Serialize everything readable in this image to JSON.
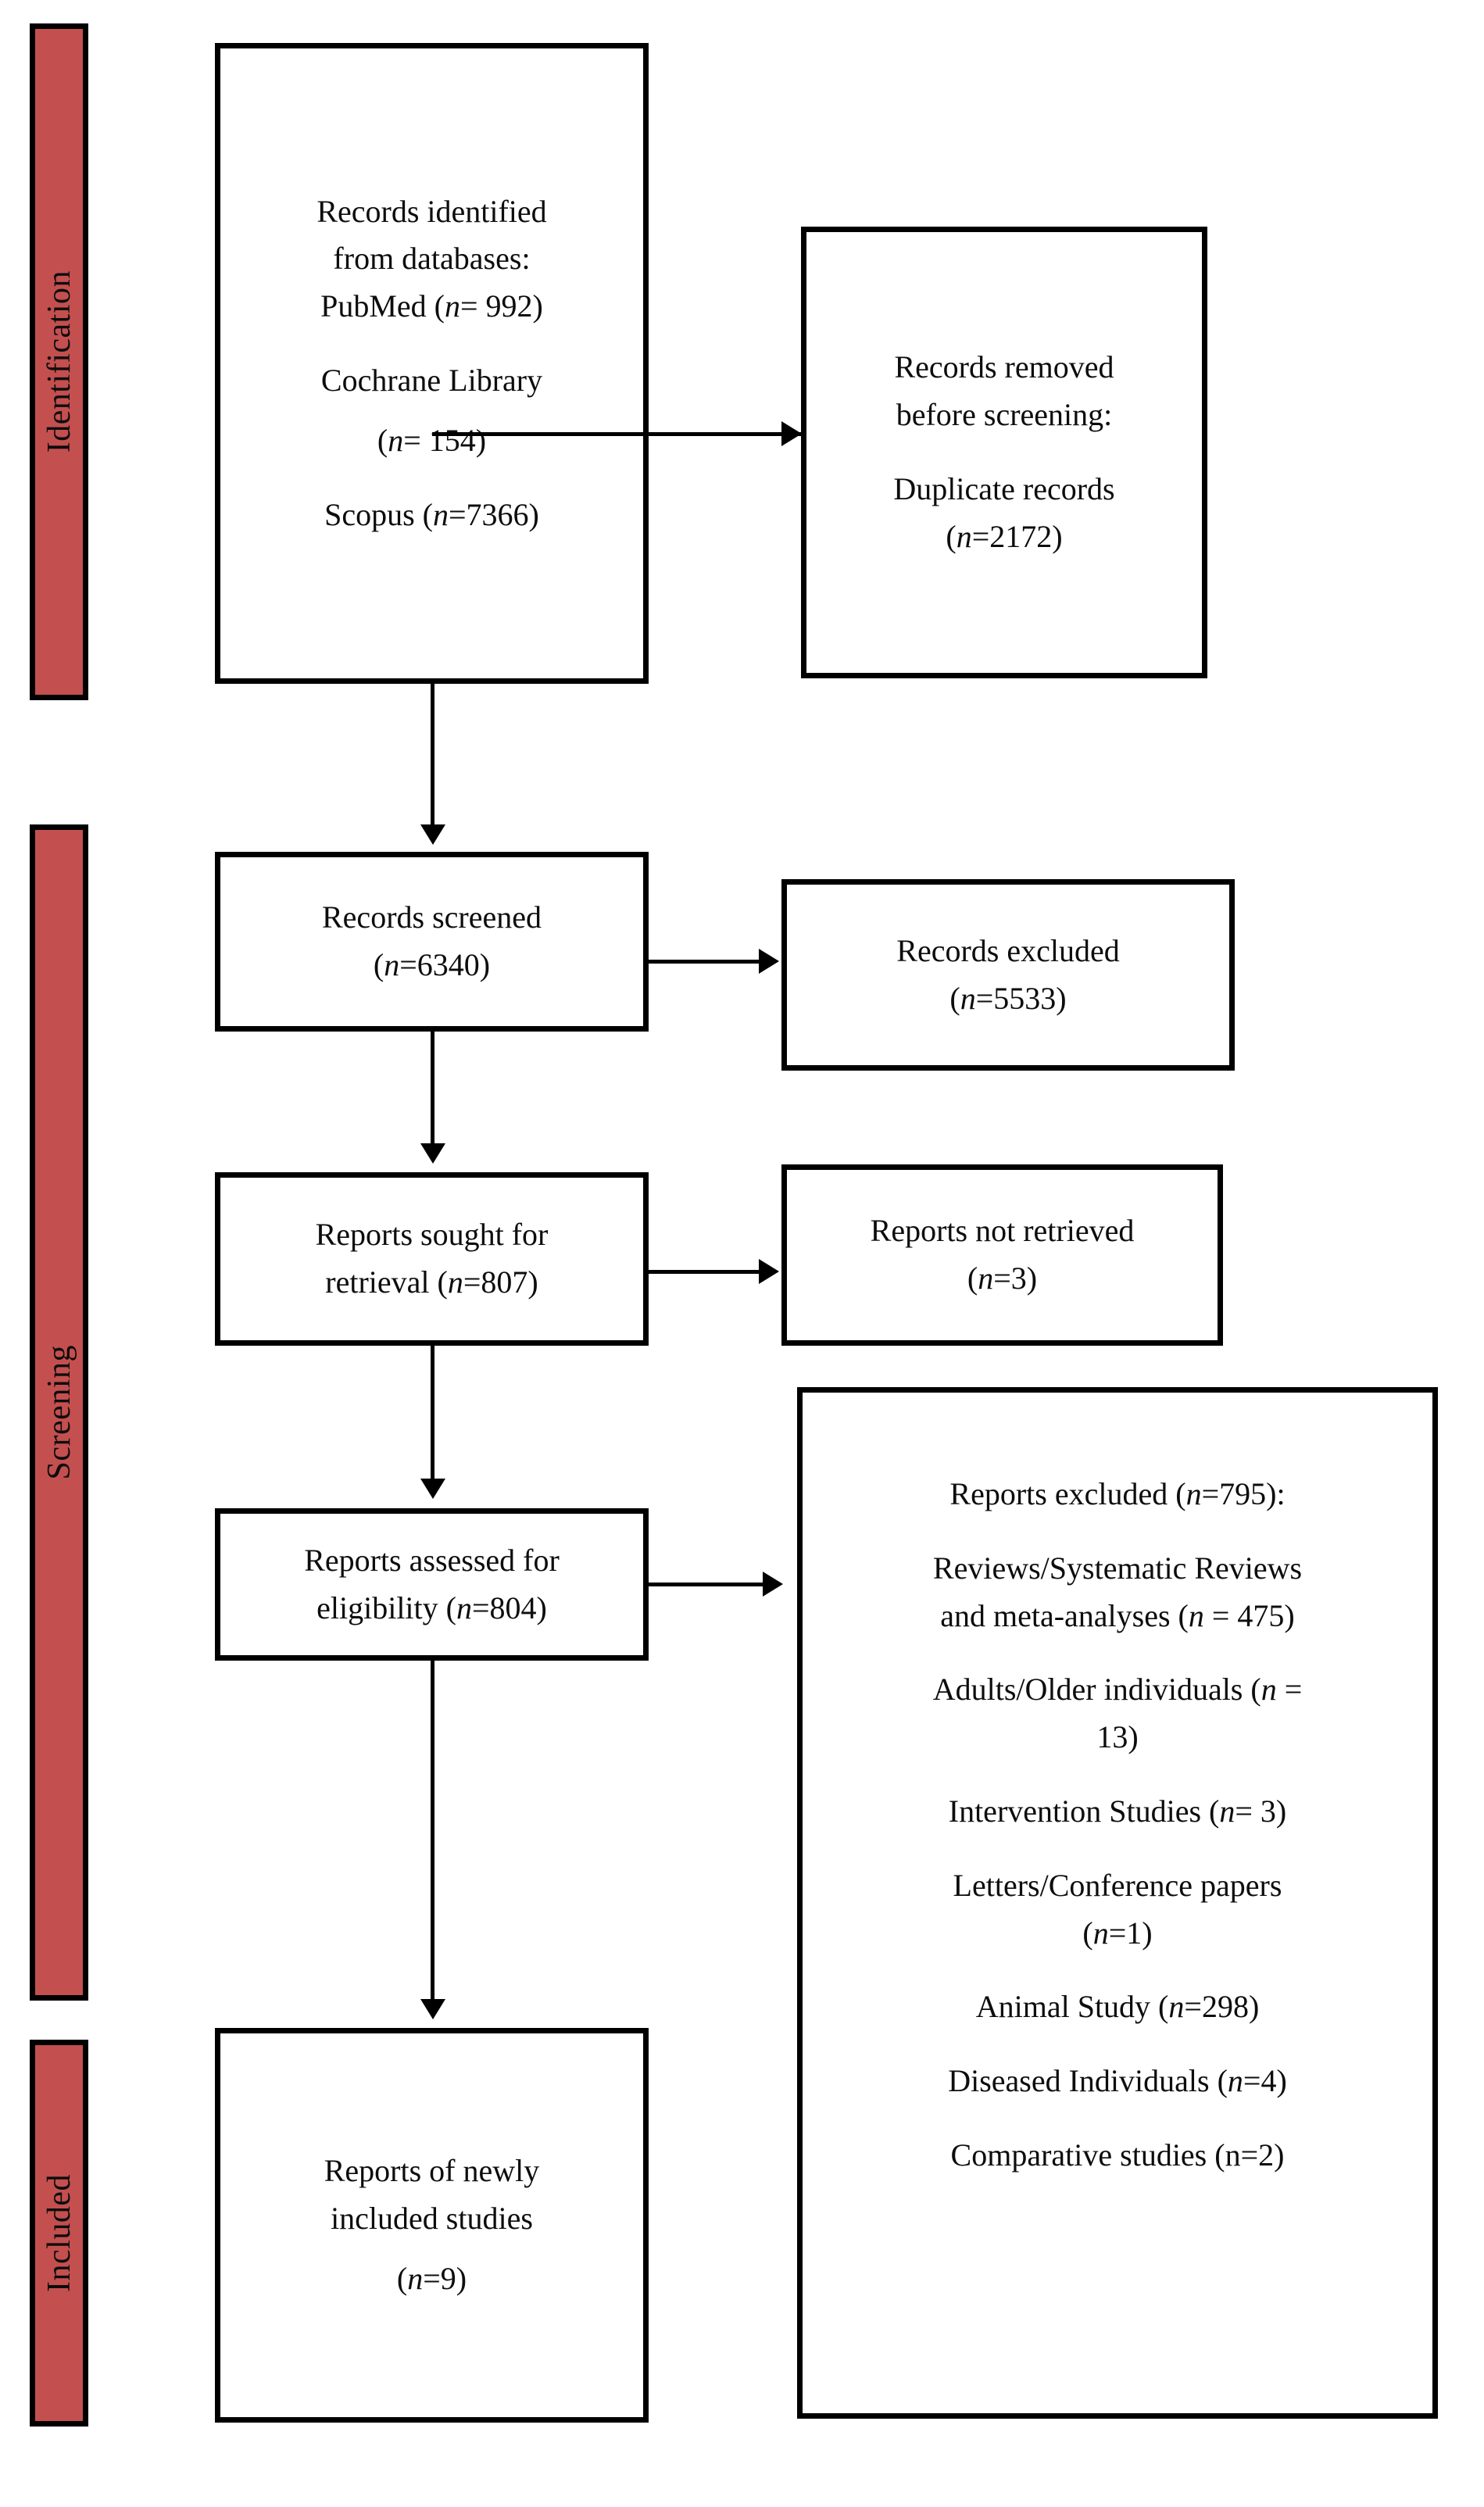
{
  "diagram": {
    "type": "prisma-flow-diagram",
    "accent_color": "#C44F4F",
    "border_color": "#000000",
    "background_color": "#FFFFFF"
  },
  "stages": [
    {
      "id": "identification",
      "label": "Identification"
    },
    {
      "id": "screening",
      "label": "Screening"
    },
    {
      "id": "included",
      "label": "Included"
    }
  ],
  "boxes": {
    "records_identified": {
      "title_line1": "Records identified",
      "title_line2": "from databases:",
      "sources": [
        {
          "name": "PubMed",
          "n_prefix": "(",
          "n_italic": "n",
          "n_text": "= 992)",
          "full": "PubMed (n= 992)"
        },
        {
          "name": "Cochrane Library",
          "n_prefix": "(",
          "n_italic": "n",
          "n_text": "= 154)",
          "full": "Cochrane Library (n= 154)"
        },
        {
          "name": "Scopus",
          "n_prefix": "(",
          "n_italic": "n",
          "n_text": "=7366)",
          "full": "Scopus (n=7366)"
        }
      ],
      "line_pubmed_label": "PubMed (",
      "line_pubmed_tail": "= 992)",
      "line_cochrane_label": "Cochrane Library",
      "line_cochrane_count_head": "(",
      "line_cochrane_count_tail": "= 154)",
      "line_scopus_label": "Scopus (",
      "line_scopus_tail": "=7366)"
    },
    "records_removed": {
      "line1": "Records removed",
      "line2": "before screening:",
      "line3": "Duplicate records",
      "count_head": "(",
      "count_tail": "=2172)",
      "italic_n": "n"
    },
    "records_screened": {
      "line1": "Records screened",
      "count_head": "(",
      "count_tail": "=6340)",
      "italic_n": "n"
    },
    "records_excluded": {
      "line1": "Records excluded",
      "count_head": "(",
      "count_tail": "=5533)",
      "italic_n": "n"
    },
    "reports_sought": {
      "line1": "Reports sought for",
      "line2_head": "retrieval (",
      "line2_tail": "=807)",
      "italic_n": "n"
    },
    "reports_not_retrieved": {
      "line1": "Reports not retrieved",
      "count_head": "(",
      "count_tail": "=3)",
      "italic_n": "n"
    },
    "reports_assessed": {
      "line1": "Reports assessed for",
      "line2_head": "eligibility (",
      "line2_tail": "=804)",
      "italic_n": "n"
    },
    "reports_excluded": {
      "header_head": "Reports excluded (",
      "header_tail": "=795):",
      "italic_n": "n",
      "reasons": [
        {
          "text_line1": "Reviews/Systematic Reviews",
          "text_line2_head": "and meta-analyses (",
          "text_line2_tail": " = 475)",
          "n": 475,
          "label": "Reviews/Systematic Reviews and meta-analyses"
        },
        {
          "text_line1": "Adults/Older individuals (",
          "text_line2_head": "",
          "text_line2_tail": " =",
          "second_line": "13)",
          "n": 13,
          "label": "Adults/Older individuals"
        },
        {
          "text_line1": "Intervention Studies (",
          "text_line2_head": "",
          "text_line2_tail": "= 3)",
          "n": 3,
          "label": "Intervention Studies"
        },
        {
          "text_line1": "Letters/Conference papers",
          "text_line2_head": "(",
          "text_line2_tail": "=1)",
          "n": 1,
          "label": "Letters/Conference papers"
        },
        {
          "text_line1": "Animal Study (",
          "text_line2_head": "",
          "text_line2_tail": "=298)",
          "n": 298,
          "label": "Animal Study"
        },
        {
          "text_line1": "Diseased Individuals (",
          "text_line2_head": "",
          "text_line2_tail": "=4)",
          "n": 4,
          "label": "Diseased Individuals"
        },
        {
          "text_line1": "Comparative studies (n=2)",
          "text_line2_head": "",
          "text_line2_tail": "",
          "n": 2,
          "label": "Comparative studies",
          "no_italic": true
        }
      ]
    },
    "reports_included": {
      "line1": "Reports of newly",
      "line2": "included studies",
      "count_head": "(",
      "count_tail": "=9)",
      "italic_n": "n"
    }
  }
}
